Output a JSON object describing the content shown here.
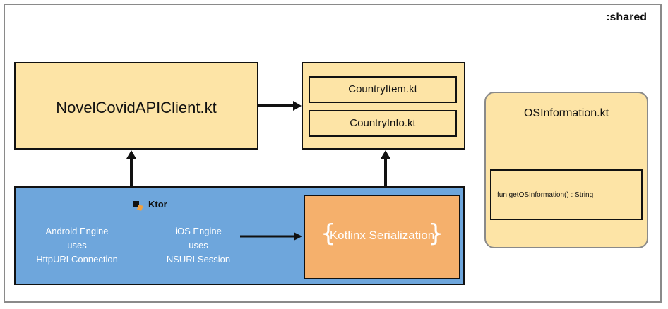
{
  "module_label": ":shared",
  "client": {
    "label": "NovelCovidAPIClient.kt"
  },
  "models": {
    "items": [
      "CountryItem.kt",
      "CountryInfo.kt"
    ]
  },
  "os_information": {
    "title": "OSInformation.kt",
    "function": "fun getOSInformation() : String"
  },
  "ktor": {
    "name": "Ktor",
    "android": {
      "line1": "Android Engine",
      "line2": "uses",
      "line3": "HttpURLConnection"
    },
    "ios": {
      "line1": "iOS Engine",
      "line2": "uses",
      "line3": "NSURLSession"
    },
    "serialization": {
      "brace_open": "{",
      "label": "Kotlinx Serialization",
      "brace_close": "}"
    }
  },
  "colors": {
    "box_fill": "#fde4a6",
    "ktor_fill": "#6ea6dc",
    "serialization_fill": "#f5b06c",
    "ktor_logo": "#f0a040"
  }
}
